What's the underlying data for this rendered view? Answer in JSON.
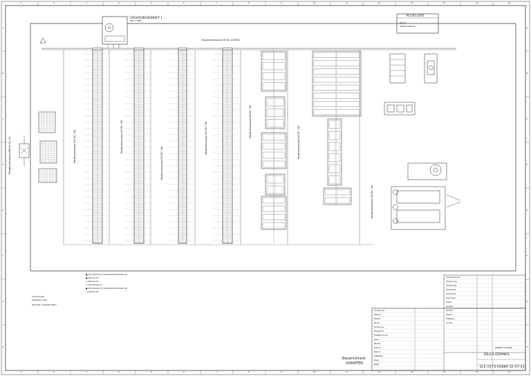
{
  "sheet": {
    "border_letters": [
      "A",
      "B",
      "C",
      "D",
      "E",
      "F",
      "G",
      "H"
    ],
    "border_numbers": [
      "1",
      "2",
      "3",
      "4",
      "5",
      "6",
      "7",
      "8",
      "9",
      "10",
      "11",
      "12",
      "13",
      "14",
      "15",
      "16"
    ]
  },
  "top": {
    "module_title": "STEUERUNGSEINHEIT 1",
    "module_subtitle": "CPU 3 / KMB",
    "bus_label_main": "Hauptversorgung 24V DC  (24VDC)",
    "right_box_title": "PLC/IO-LISTE",
    "right_box_line1": "24V DC",
    "right_box_line2": "ANSCHLUSSPLAN"
  },
  "left": {
    "vertical_label": "Energieversorgung (Ebene A1 / 2)",
    "bus_v1": "Hauptversorgung 24V DC / 8A",
    "bus_v2": "Hauptversorgung 24V DC / 8A",
    "bus_v3": "Hauptversorgung 24V DC / 8A",
    "bus_v4": "Hauptversorgung 24V DC / 8A",
    "bus_v5": "Hauptversorgung 24V DC / 8A",
    "bus_v6": "Hauptversorgung 24V DC / 8A",
    "bus_v7": "Hauptversorgung 24V DC / 8A"
  },
  "legend": {
    "items": [
      "Klemmleiste X1 (Verteilung Sammelleitung)",
      "Klemme X2",
      "Klemme X3",
      "Klemmleiste X4",
      "Klemmleiste X5 (Verteilung Sammelleitung)",
      "Klemme X6"
    ]
  },
  "note": {
    "line1": "Anmerkungen:",
    "line2": "Kabeltypen siehe",
    "line3": "Stückliste / Kabelliste EPRU"
  },
  "drawing": {
    "title1": "Steuerschrank",
    "title2": "SYNOPTEK",
    "company": "DELLA ESPANOL",
    "doc_number": "ELE-0174-00889-1E-07-41",
    "project": "PROJEKT: PLANUNG",
    "revision_label": "REV",
    "sheet_label": "Blatt"
  },
  "titleblock_left_rows": [
    "Änderung",
    "Datum",
    "Name",
    "Norm",
    "Ursprung",
    "Ersatz für",
    "Ersetzt durch",
    "Gepr.",
    "Bearb.",
    "Datum",
    "Name",
    "Maßstab",
    "Zust.",
    "Blatt"
  ],
  "titleblock_right_rows": [
    "Schaltschrank",
    "Steuerung",
    "Verteilung",
    "Übersicht",
    "Anschluss",
    "Klemmen",
    "Kabel",
    "Geräte",
    "Version",
    "Status",
    "Freigabe",
    "Archiv"
  ]
}
